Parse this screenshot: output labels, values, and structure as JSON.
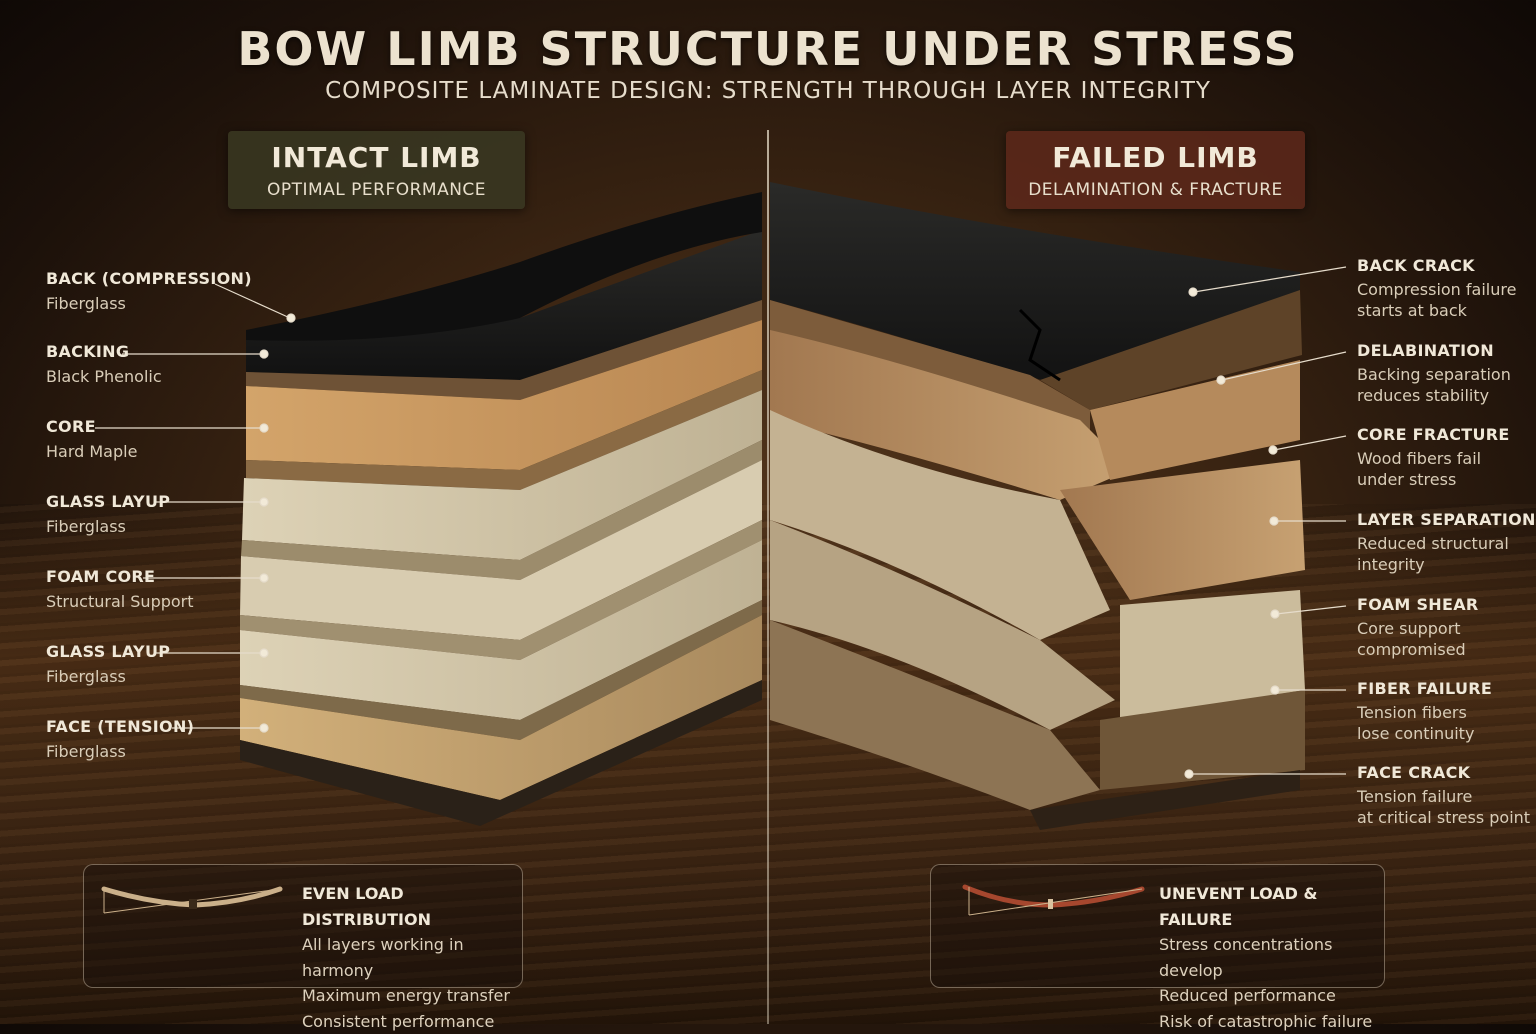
{
  "header": {
    "title": "BOW LIMB STRUCTURE UNDER STRESS",
    "subtitle": "COMPOSITE LAMINATE DESIGN: STRENGTH THROUGH LAYER INTEGRITY"
  },
  "intact": {
    "title": "INTACT LIMB",
    "subtitle": "OPTIMAL PERFORMANCE",
    "layers": [
      {
        "name": "BACK (COMPRESSION)",
        "desc": "Fiberglass"
      },
      {
        "name": "BACKING",
        "desc": "Black Phenolic"
      },
      {
        "name": "CORE",
        "desc": "Hard Maple"
      },
      {
        "name": "GLASS LAYUP",
        "desc": "Fiberglass"
      },
      {
        "name": "FOAM CORE",
        "desc": "Structural Support"
      },
      {
        "name": "GLASS LAYUP",
        "desc": "Fiberglass"
      },
      {
        "name": "FACE (TENSION)",
        "desc": "Fiberglass"
      }
    ],
    "summary": {
      "title": "EVEN LOAD DISTRIBUTION",
      "points": [
        "All layers working in harmony",
        "Maximum energy transfer",
        "Consistent performance"
      ]
    }
  },
  "failed": {
    "title": "FAILED LIMB",
    "subtitle": "DELAMINATION & FRACTURE",
    "failures": [
      {
        "name": "BACK CRACK",
        "desc1": "Compression failure",
        "desc2": "starts at back"
      },
      {
        "name": "DELABINATION",
        "desc1": "Backing separation",
        "desc2": "reduces stability"
      },
      {
        "name": "CORE FRACTURE",
        "desc1": "Wood fibers fail",
        "desc2": "under stress"
      },
      {
        "name": "LAYER SEPARATION",
        "desc1": "Reduced structural",
        "desc2": "integrity"
      },
      {
        "name": "FOAM SHEAR",
        "desc1": "Core support",
        "desc2": "compromised"
      },
      {
        "name": "FIBER FAILURE",
        "desc1": "Tension fibers",
        "desc2": "lose continuity"
      },
      {
        "name": "FACE CRACK",
        "desc1": "Tension failure",
        "desc2": "at critical stress point"
      }
    ],
    "summary": {
      "title": "UNEVENT LOAD & FAILURE",
      "points": [
        "Stress concentrations develop",
        "Reduced performance",
        "Risk of catastrophic failure"
      ]
    }
  },
  "colors": {
    "intact_header_bg": "#3a3822",
    "failed_header_bg": "#5c281a",
    "backing_black": "#1b1b1a",
    "maple": "#c99a63",
    "glass": "#cfc3a6",
    "foam": "#d8ccb0"
  }
}
